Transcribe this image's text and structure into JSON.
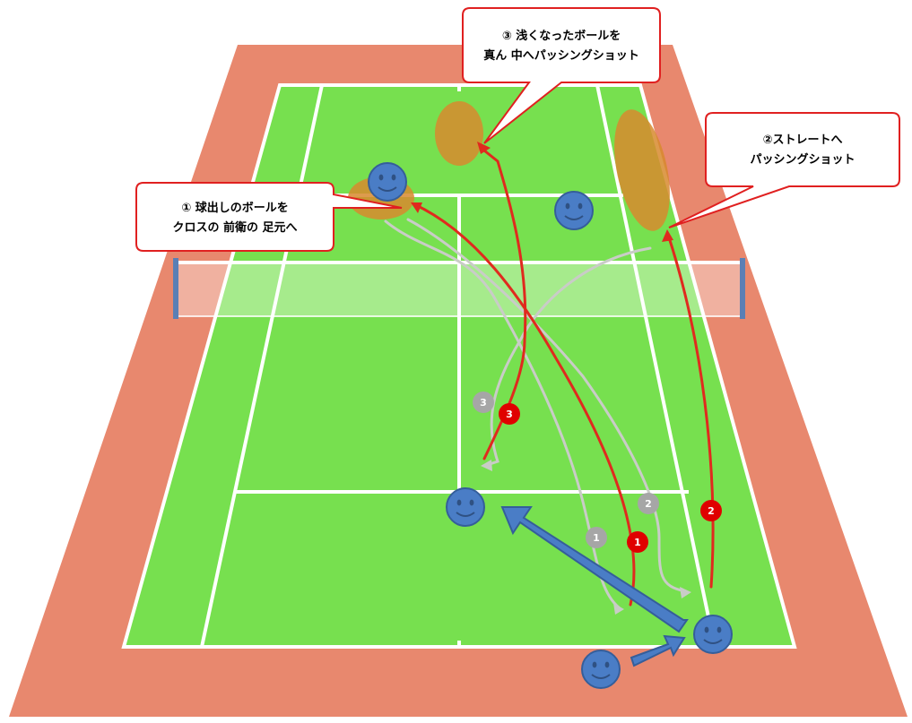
{
  "callouts": {
    "shot1": {
      "line1": "① 球出しのボールを",
      "line2": "クロスの 前衛の 足元へ"
    },
    "shot2": {
      "line1": "②ストレートへ",
      "line2": "パッシングショット"
    },
    "shot3": {
      "line1": "③ 浅くなったボールを",
      "line2": "真ん 中へパッシングショット"
    }
  },
  "markers": {
    "gray": [
      "1",
      "2",
      "3"
    ],
    "red": [
      "1",
      "2",
      "3"
    ]
  },
  "colors": {
    "surround": "#E8886E",
    "court": "#77E04F",
    "lines": "#FFFFFF",
    "net_post": "#5B7FB5",
    "player": "#4A7DC6",
    "player_outline": "#355E9A",
    "red_path": "#E02A1E",
    "gray_path": "#C9CCC7",
    "target_zone": "#D78A2E",
    "callout_border": "#E02020"
  },
  "players": [
    {
      "id": "far-left",
      "icon": "smiley-face"
    },
    {
      "id": "far-right",
      "icon": "smiley-face"
    },
    {
      "id": "near-center",
      "icon": "smiley-face"
    },
    {
      "id": "near-right",
      "icon": "smiley-face"
    },
    {
      "id": "feeder",
      "icon": "smiley-face"
    }
  ]
}
